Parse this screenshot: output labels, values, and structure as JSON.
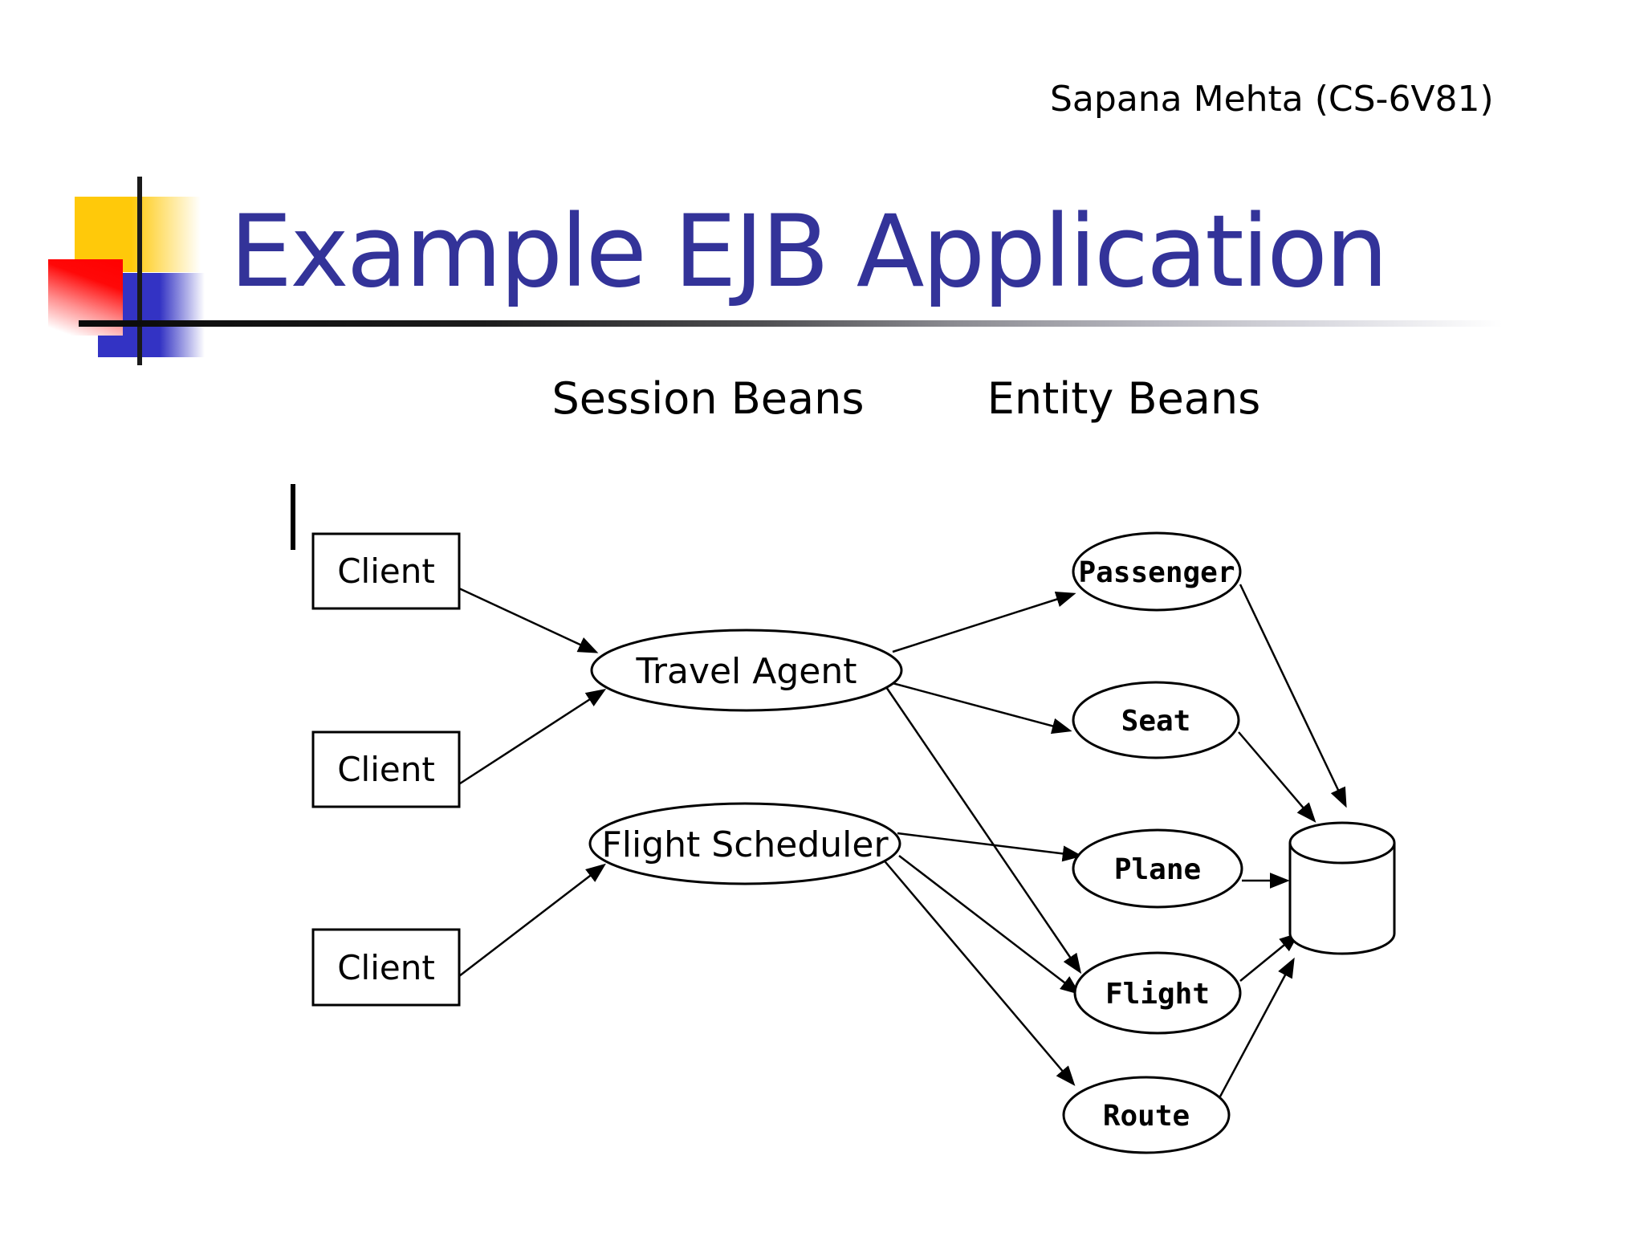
{
  "slide": {
    "credit": "Sapana Mehta (CS-6V81)",
    "title": "Example EJB Application",
    "colors": {
      "title_text": "#333399",
      "accent_yellow": "#FFC90A",
      "accent_red": "#FF0000",
      "accent_blue": "#3333C4",
      "diagram_ink": "#000000",
      "background": "#FFFFFF"
    }
  },
  "diagram": {
    "headers": {
      "session": "Session Beans",
      "entity": "Entity Beans"
    },
    "clients": [
      {
        "label": "Client"
      },
      {
        "label": "Client"
      },
      {
        "label": "Client"
      }
    ],
    "session_beans": [
      {
        "label": "Travel Agent"
      },
      {
        "label": "Flight Scheduler"
      }
    ],
    "entity_beans": [
      {
        "label": "Passenger"
      },
      {
        "label": "Seat"
      },
      {
        "label": "Plane"
      },
      {
        "label": "Flight"
      },
      {
        "label": "Route"
      }
    ],
    "database": {
      "shape": "cylinder"
    },
    "edges": [
      {
        "from": "Client-1",
        "to": "Travel Agent"
      },
      {
        "from": "Client-2",
        "to": "Travel Agent"
      },
      {
        "from": "Client-3",
        "to": "Flight Scheduler"
      },
      {
        "from": "Travel Agent",
        "to": "Passenger"
      },
      {
        "from": "Travel Agent",
        "to": "Seat"
      },
      {
        "from": "Travel Agent",
        "to": "Flight"
      },
      {
        "from": "Flight Scheduler",
        "to": "Plane"
      },
      {
        "from": "Flight Scheduler",
        "to": "Flight"
      },
      {
        "from": "Flight Scheduler",
        "to": "Route"
      },
      {
        "from": "Passenger",
        "to": "Database"
      },
      {
        "from": "Seat",
        "to": "Database"
      },
      {
        "from": "Plane",
        "to": "Database"
      },
      {
        "from": "Flight",
        "to": "Database"
      },
      {
        "from": "Route",
        "to": "Database"
      }
    ]
  }
}
